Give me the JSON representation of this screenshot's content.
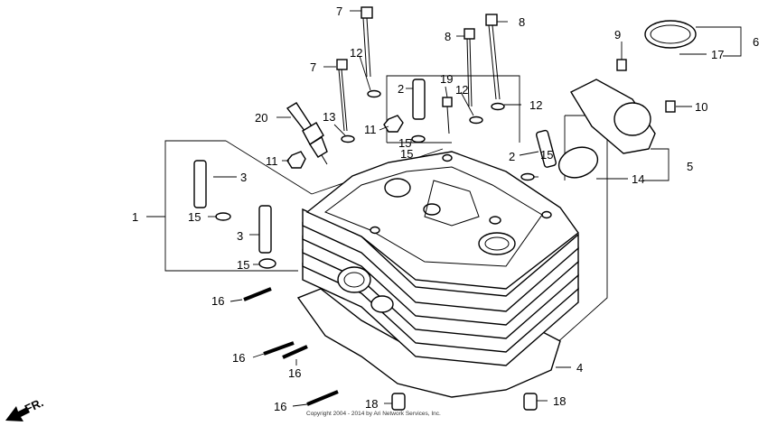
{
  "diagram": {
    "copyright": "Copyright 2004 - 2014 by Ari Network Services, Inc.",
    "direction_label": "FR.",
    "callouts": [
      {
        "id": "c1",
        "text": "1"
      },
      {
        "id": "c2a",
        "text": "2"
      },
      {
        "id": "c2b",
        "text": "2"
      },
      {
        "id": "c3a",
        "text": "3"
      },
      {
        "id": "c3b",
        "text": "3"
      },
      {
        "id": "c4",
        "text": "4"
      },
      {
        "id": "c5",
        "text": "5"
      },
      {
        "id": "c6",
        "text": "6"
      },
      {
        "id": "c7a",
        "text": "7"
      },
      {
        "id": "c7b",
        "text": "7"
      },
      {
        "id": "c8a",
        "text": "8"
      },
      {
        "id": "c8b",
        "text": "8"
      },
      {
        "id": "c9",
        "text": "9"
      },
      {
        "id": "c10",
        "text": "10"
      },
      {
        "id": "c11a",
        "text": "11"
      },
      {
        "id": "c11b",
        "text": "11"
      },
      {
        "id": "c12a",
        "text": "12"
      },
      {
        "id": "c12b",
        "text": "12"
      },
      {
        "id": "c12c",
        "text": "12"
      },
      {
        "id": "c13",
        "text": "13"
      },
      {
        "id": "c14",
        "text": "14"
      },
      {
        "id": "c15a",
        "text": "15"
      },
      {
        "id": "c15b",
        "text": "15"
      },
      {
        "id": "c15c",
        "text": "15"
      },
      {
        "id": "c15d",
        "text": "15"
      },
      {
        "id": "c15e",
        "text": "15"
      },
      {
        "id": "c16a",
        "text": "16"
      },
      {
        "id": "c16b",
        "text": "16"
      },
      {
        "id": "c16c",
        "text": "16"
      },
      {
        "id": "c16d",
        "text": "16"
      },
      {
        "id": "c17",
        "text": "17"
      },
      {
        "id": "c18a",
        "text": "18"
      },
      {
        "id": "c18b",
        "text": "18"
      },
      {
        "id": "c19",
        "text": "19"
      },
      {
        "id": "c20",
        "text": "20"
      }
    ]
  }
}
